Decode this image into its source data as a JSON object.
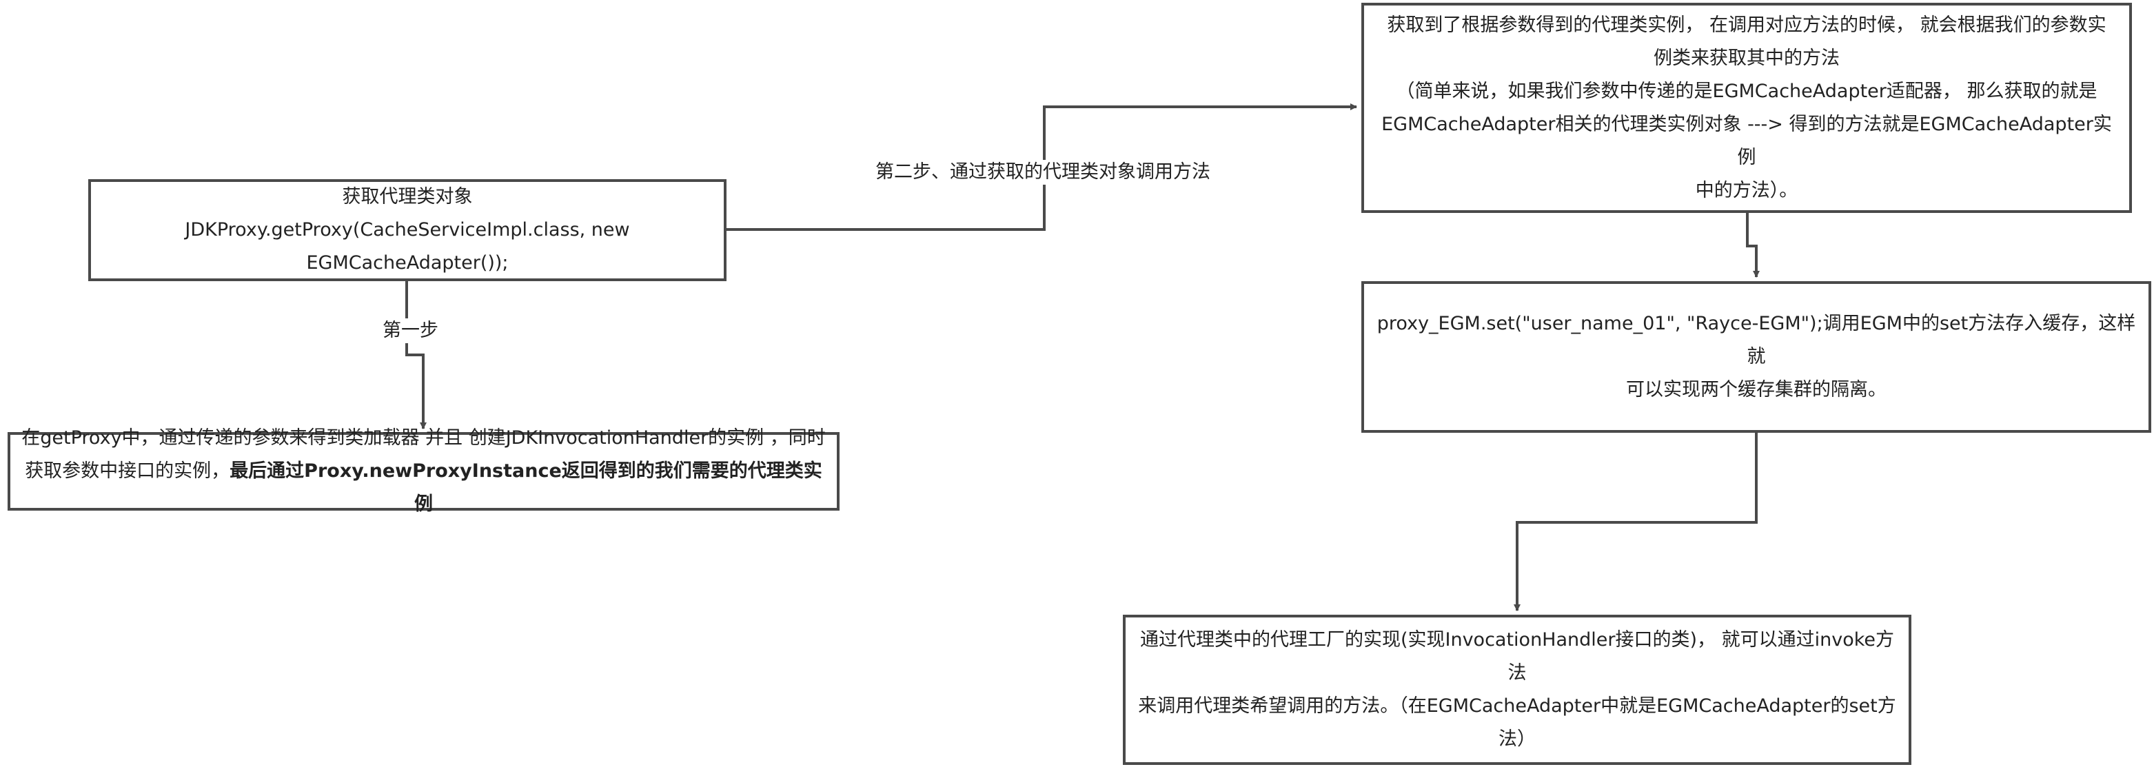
{
  "nodes": {
    "get_proxy": {
      "title": "获取代理类对象",
      "code": "JDKProxy.getProxy(CacheServiceImpl.class, new EGMCacheAdapter());"
    },
    "in_get_proxy": {
      "line1": "在getProxy中，通过传递的参数来得到类加载器 并且 创建JDKInvocationHandler的实例 ，同时",
      "line2_normal": "获取参数中接口的实例，",
      "line2_bold": "最后通过Proxy.newProxyInstance返回得到的我们需要的代理类实例"
    },
    "proxy_instance": {
      "line1": "获取到了根据参数得到的代理类实例， 在调用对应方法的时候， 就会根据我们的参数实",
      "line2": "例类来获取其中的方法",
      "line3": "（简单来说，如果我们参数中传递的是EGMCacheAdapter适配器， 那么获取的就是",
      "line4": "EGMCacheAdapter相关的代理类实例对象 --->  得到的方法就是EGMCacheAdapter实例",
      "line5": "中的方法）。"
    },
    "proxy_set": {
      "line1": "proxy_EGM.set(\"user_name_01\", \"Rayce-EGM\");调用EGM中的set方法存入缓存，这样就",
      "line2": "可以实现两个缓存集群的隔离。"
    },
    "invoke": {
      "line1": "通过代理类中的代理工厂的实现(实现InvocationHandler接口的类)， 就可以通过invoke方法",
      "line2": "来调用代理类希望调用的方法。（在EGMCacheAdapter中就是EGMCacheAdapter的set方",
      "line3": "法）"
    }
  },
  "edges": {
    "step1": "第一步",
    "step2": "第二步、通过获取的代理类对象调用方法"
  },
  "colors": {
    "stroke": "#4a4a4a",
    "text": "#222222",
    "background": "#ffffff"
  }
}
